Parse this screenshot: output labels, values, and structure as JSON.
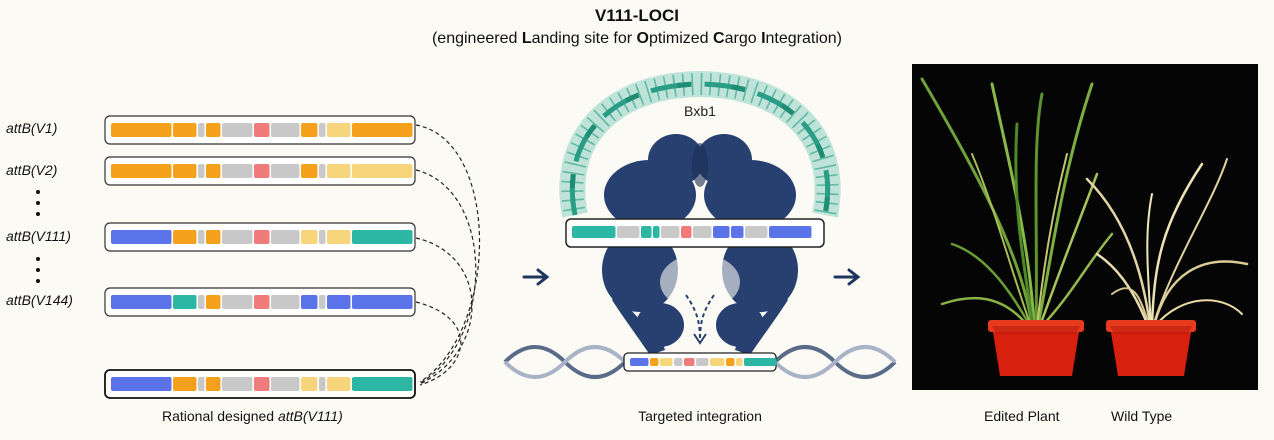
{
  "header": {
    "title": "V111-LOCI",
    "subtitle_open": "(engineered ",
    "w1": "L",
    "r1": "anding site for ",
    "w2": "O",
    "r2": "ptimized ",
    "w3": "C",
    "r3": "argo ",
    "w4": "I",
    "r4": "ntegration)"
  },
  "left": {
    "variants": [
      {
        "prefix": "attB(",
        "name": "V1",
        "suffix": ")"
      },
      {
        "prefix": "attB(",
        "name": "V2",
        "suffix": ")"
      },
      {
        "prefix": "attB(",
        "name": "V111",
        "suffix": ")"
      },
      {
        "prefix": "attB(",
        "name": "V144",
        "suffix": ")"
      }
    ],
    "caption_plain": "Rational designed ",
    "caption_italic": "attB(V111)"
  },
  "middle": {
    "enzyme_label": "Bxb1",
    "caption": "Targeted integration"
  },
  "right": {
    "label_edited": "Edited Plant",
    "label_wildtype": "Wild Type"
  },
  "colors": {
    "orange": "#f5a11c",
    "gray": "#c8c8c8",
    "pink": "#ef7b7b",
    "yellow": "#f7d57a",
    "blue": "#5b73e8",
    "teal": "#2bb7a3",
    "navy": "#27406f",
    "dna_teal": "#2a9d86",
    "pot_red": "#d8200f"
  }
}
